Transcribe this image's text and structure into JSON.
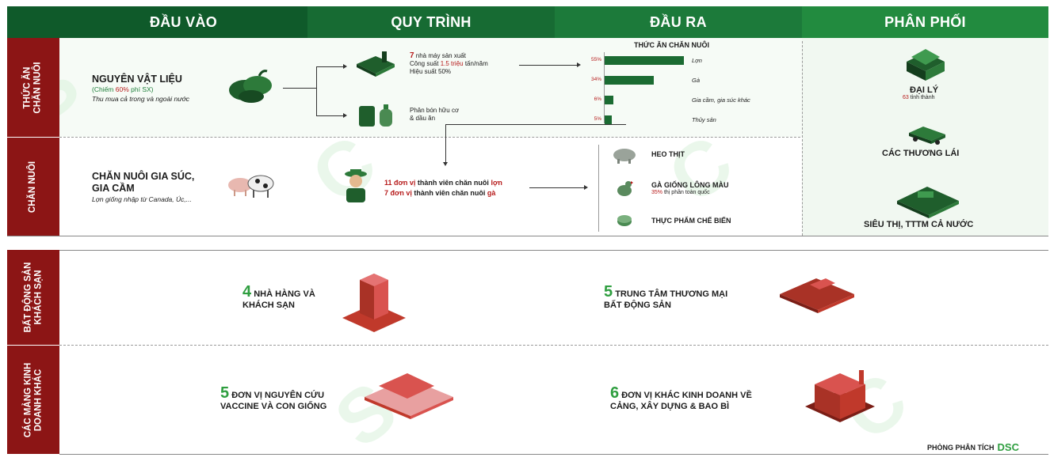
{
  "headers": {
    "input": "ĐẦU VÀO",
    "process": "QUY TRÌNH",
    "output": "ĐẦU RA",
    "distribution": "PHÂN PHỐI"
  },
  "side_labels": {
    "feed": "THỨC ĂN\nCHĂN NUÔI",
    "livestock": "CHĂN NUÔI",
    "real_estate": "BẤT ĐỘNG SẢN\nKHÁCH SẠN",
    "other": "CÁC MẢNG KINH\nDOANH KHÁC"
  },
  "input": {
    "materials_title": "NGUYÊN VẬT LIỆU",
    "materials_note_pre": "(Chiếm ",
    "materials_note_pct": "60%",
    "materials_note_post": " phí SX)",
    "materials_sub": "Thu mua cả trong và ngoài nước",
    "livestock_title_1": "CHĂN NUÔI GIA SÚC,",
    "livestock_title_2": "GIA CẦM",
    "livestock_sub": "Lợn giống nhập từ Canada, Úc,..."
  },
  "process": {
    "factories_num": "7",
    "factories_text": " nhà máy sản xuất",
    "capacity_pre": "Công suất ",
    "capacity_val": "1.5 triệu",
    "capacity_post": " tấn/năm",
    "efficiency": "Hiệu suất 50%",
    "fertilizer_1": "Phân bón hữu cơ",
    "fertilizer_2": "& dầu ăn",
    "members_pig_num": "11 đơn vị",
    "members_pig_text": " thành viên chăn nuôi ",
    "members_pig_animal": "lợn",
    "members_chicken_num": "7 đơn vị",
    "members_chicken_text": " thành viên chăn nuôi ",
    "members_chicken_animal": "gà"
  },
  "output": {
    "chart_title": "THỨC ĂN CHĂN NUÔI",
    "pork": "HEO THỊT",
    "chicken": "GÀ GIỐNG LÔNG MÀU",
    "chicken_share_pct": "35%",
    "chicken_share_text": " thị phần toàn quốc",
    "processed": "THỰC PHẨM CHẾ BIẾN"
  },
  "chart_data": {
    "type": "bar",
    "title": "THỨC ĂN CHĂN NUÔI",
    "categories": [
      "Lợn",
      "Gà",
      "Gia cầm, gia súc khác",
      "Thủy sản"
    ],
    "labels": [
      "55%",
      "34%",
      "6%",
      "5%"
    ],
    "values": [
      55,
      34,
      6,
      5
    ],
    "orientation": "horizontal",
    "color": "#1b6b32"
  },
  "distribution": {
    "agent_title": "ĐẠI LÝ",
    "agent_num": "63",
    "agent_text": " tỉnh thành",
    "traders": "CÁC THƯƠNG LÁI",
    "supermarkets": "SIÊU THỊ, TTTM CẢ NƯỚC"
  },
  "real_estate": {
    "hotels_num": "4",
    "hotels_1": "NHÀ HÀNG VÀ",
    "hotels_2": "KHÁCH SẠN",
    "malls_num": "5",
    "malls_1": "TRUNG TÂM THƯƠNG MẠI",
    "malls_2": "BẤT ĐỘNG SẢN"
  },
  "other": {
    "research_num": "5",
    "research_1": "ĐƠN VỊ NGUYÊN CỨU",
    "research_2": "VACCINE VÀ CON GIỐNG",
    "business_num": "6",
    "business_1": "ĐƠN VỊ KHÁC KINH DOANH VỀ",
    "business_2": "CẢNG, XÂY DỰNG & BAO BÌ"
  },
  "footer": {
    "text": "PHÒNG PHÂN TÍCH",
    "brand": "DSC"
  },
  "colors": {
    "dark_green": "#0f5a2a",
    "mid_green": "#1c7a3a",
    "light_green": "#228b3f",
    "red": "#8c1515",
    "bar": "#1b6b32"
  }
}
